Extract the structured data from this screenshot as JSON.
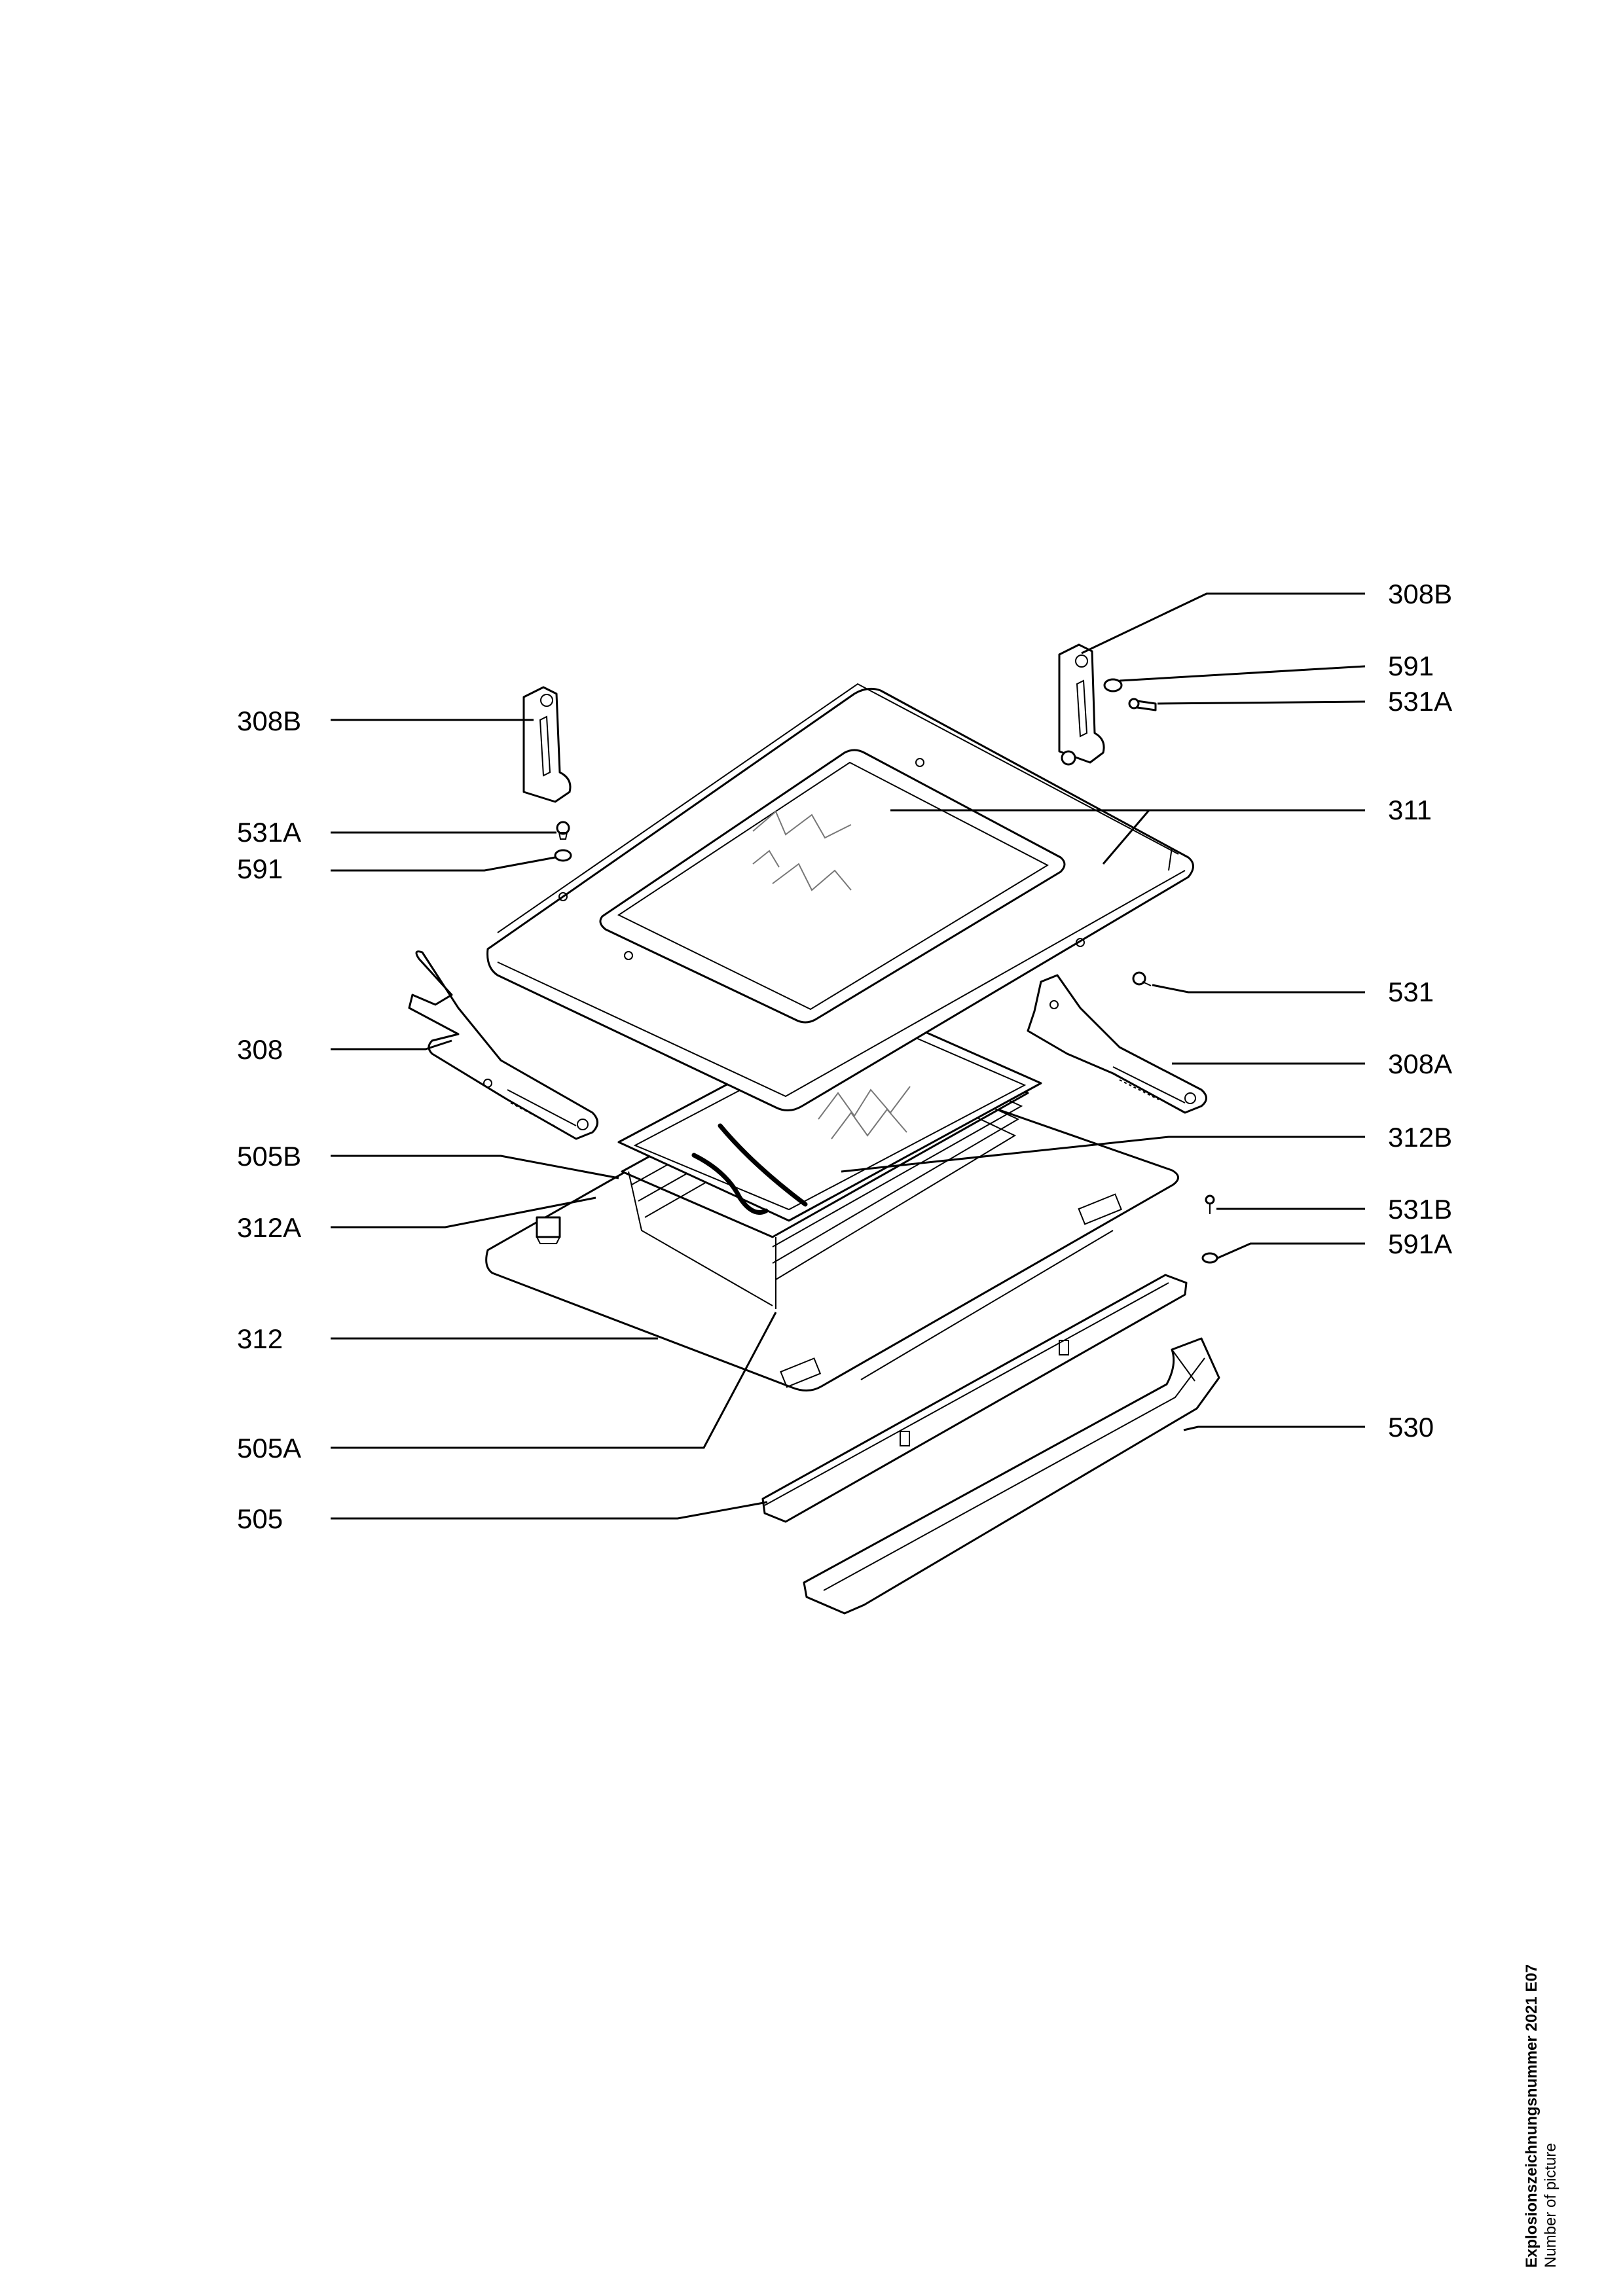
{
  "callouts": [
    {
      "id": "308B-left",
      "text": "308B"
    },
    {
      "id": "531A-left",
      "text": "531A"
    },
    {
      "id": "591-left",
      "text": "591"
    },
    {
      "id": "308",
      "text": "308"
    },
    {
      "id": "505B",
      "text": "505B"
    },
    {
      "id": "312A",
      "text": "312A"
    },
    {
      "id": "312",
      "text": "312"
    },
    {
      "id": "505A",
      "text": "505A"
    },
    {
      "id": "505",
      "text": "505"
    },
    {
      "id": "308B-right",
      "text": "308B"
    },
    {
      "id": "591-right",
      "text": "591"
    },
    {
      "id": "531A-right",
      "text": "531A"
    },
    {
      "id": "311",
      "text": "311"
    },
    {
      "id": "531",
      "text": "531"
    },
    {
      "id": "308A",
      "text": "308A"
    },
    {
      "id": "312B",
      "text": "312B"
    },
    {
      "id": "531B",
      "text": "531B"
    },
    {
      "id": "591A",
      "text": "591A"
    },
    {
      "id": "530",
      "text": "530"
    }
  ],
  "footer": {
    "drawing_number": "Explosionszeichnungsnummer 2021 E07",
    "caption": "Number of picture"
  }
}
